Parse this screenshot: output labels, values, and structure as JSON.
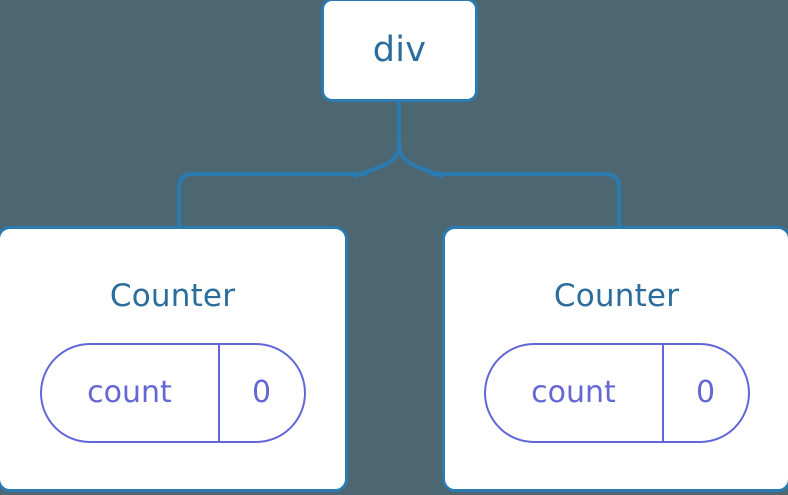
{
  "theme": {
    "background": "#4c6771",
    "node_fill": "#ffffff",
    "node_border": "#2b7ab0",
    "node_title_color": "#2b6d9c",
    "connector_color": "#2b7ab0",
    "state_accent": "#6366d8"
  },
  "tree": {
    "root": {
      "label": "div"
    },
    "children": [
      {
        "label": "Counter",
        "state": {
          "key": "count",
          "value": "0"
        }
      },
      {
        "label": "Counter",
        "state": {
          "key": "count",
          "value": "0"
        }
      }
    ]
  }
}
